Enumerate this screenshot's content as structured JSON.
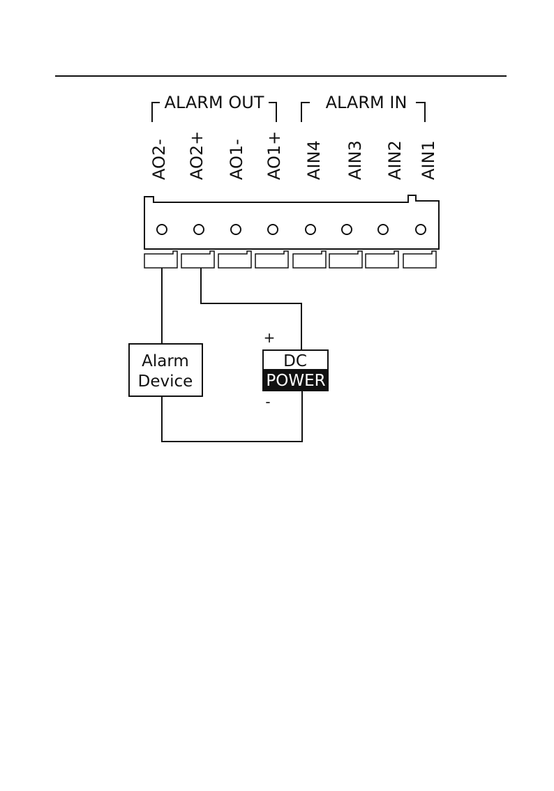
{
  "group_labels": {
    "alarm_out": "ALARM OUT",
    "alarm_in": "ALARM IN"
  },
  "terminals": [
    "AO2-",
    "AO2+",
    "AO1-",
    "AO1+",
    "AIN4",
    "AIN3",
    "AIN2",
    "AIN1"
  ],
  "alarm_device": {
    "line1": "Alarm",
    "line2": "Device"
  },
  "dc_power": {
    "top": "DC",
    "bottom": "POWER",
    "plus": "+",
    "minus": "-"
  },
  "colors": {
    "ink": "#111111",
    "paper": "#ffffff"
  }
}
